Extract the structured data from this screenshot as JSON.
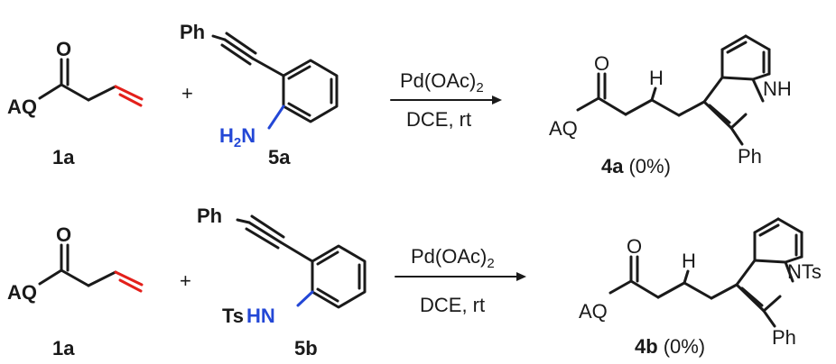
{
  "colors": {
    "alkene": "#e3201b",
    "nitrogen": "#2347d6",
    "ink": "#1a1a1a"
  },
  "row1": {
    "reactant1": {
      "group": "AQ",
      "oxygen": "O",
      "label": "1a"
    },
    "plus": "+",
    "reactant2": {
      "ph": "Ph",
      "amine": "H2N",
      "amine_h": "H",
      "amine_sub": "2",
      "amine_n": "N",
      "label": "5a"
    },
    "conditions": {
      "reagent_main": "Pd(OAc)",
      "reagent_sub": "2",
      "solvent": "DCE, rt"
    },
    "product": {
      "group": "AQ",
      "oxygen": "O",
      "h": "H",
      "nh": "NH",
      "ph": "Ph",
      "label": "4a",
      "yield": "(0%)"
    }
  },
  "row2": {
    "reactant1": {
      "group": "AQ",
      "oxygen": "O",
      "label": "1a"
    },
    "plus": "+",
    "reactant2": {
      "ph": "Ph",
      "ts": "Ts",
      "hn": "HN",
      "label": "5b"
    },
    "conditions": {
      "reagent_main": "Pd(OAc)",
      "reagent_sub": "2",
      "solvent": "DCE, rt"
    },
    "product": {
      "group": "AQ",
      "oxygen": "O",
      "h": "H",
      "nts": "NTs",
      "ph": "Ph",
      "label": "4b",
      "yield": "(0%)"
    }
  }
}
